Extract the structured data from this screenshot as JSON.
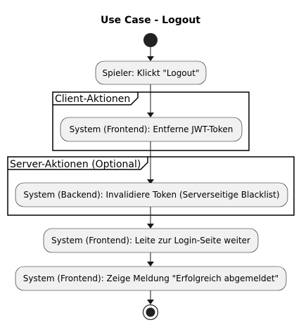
{
  "diagram": {
    "title": "Use Case - Logout",
    "nodes": {
      "click_logout": "Spieler: Klickt \"Logout\"",
      "remove_token": "System (Frontend): Entferne JWT-Token",
      "invalidate_token": "System (Backend): Invalidiere Token (Serverseitige Blacklist)",
      "redirect_login": "System (Frontend): Leite zur Login-Seite weiter",
      "show_message": "System (Frontend): Zeige Meldung \"Erfolgreich abgemeldet\""
    },
    "frames": {
      "client": "Client-Aktionen",
      "server": "Server-Aktionen (Optional)"
    }
  }
}
